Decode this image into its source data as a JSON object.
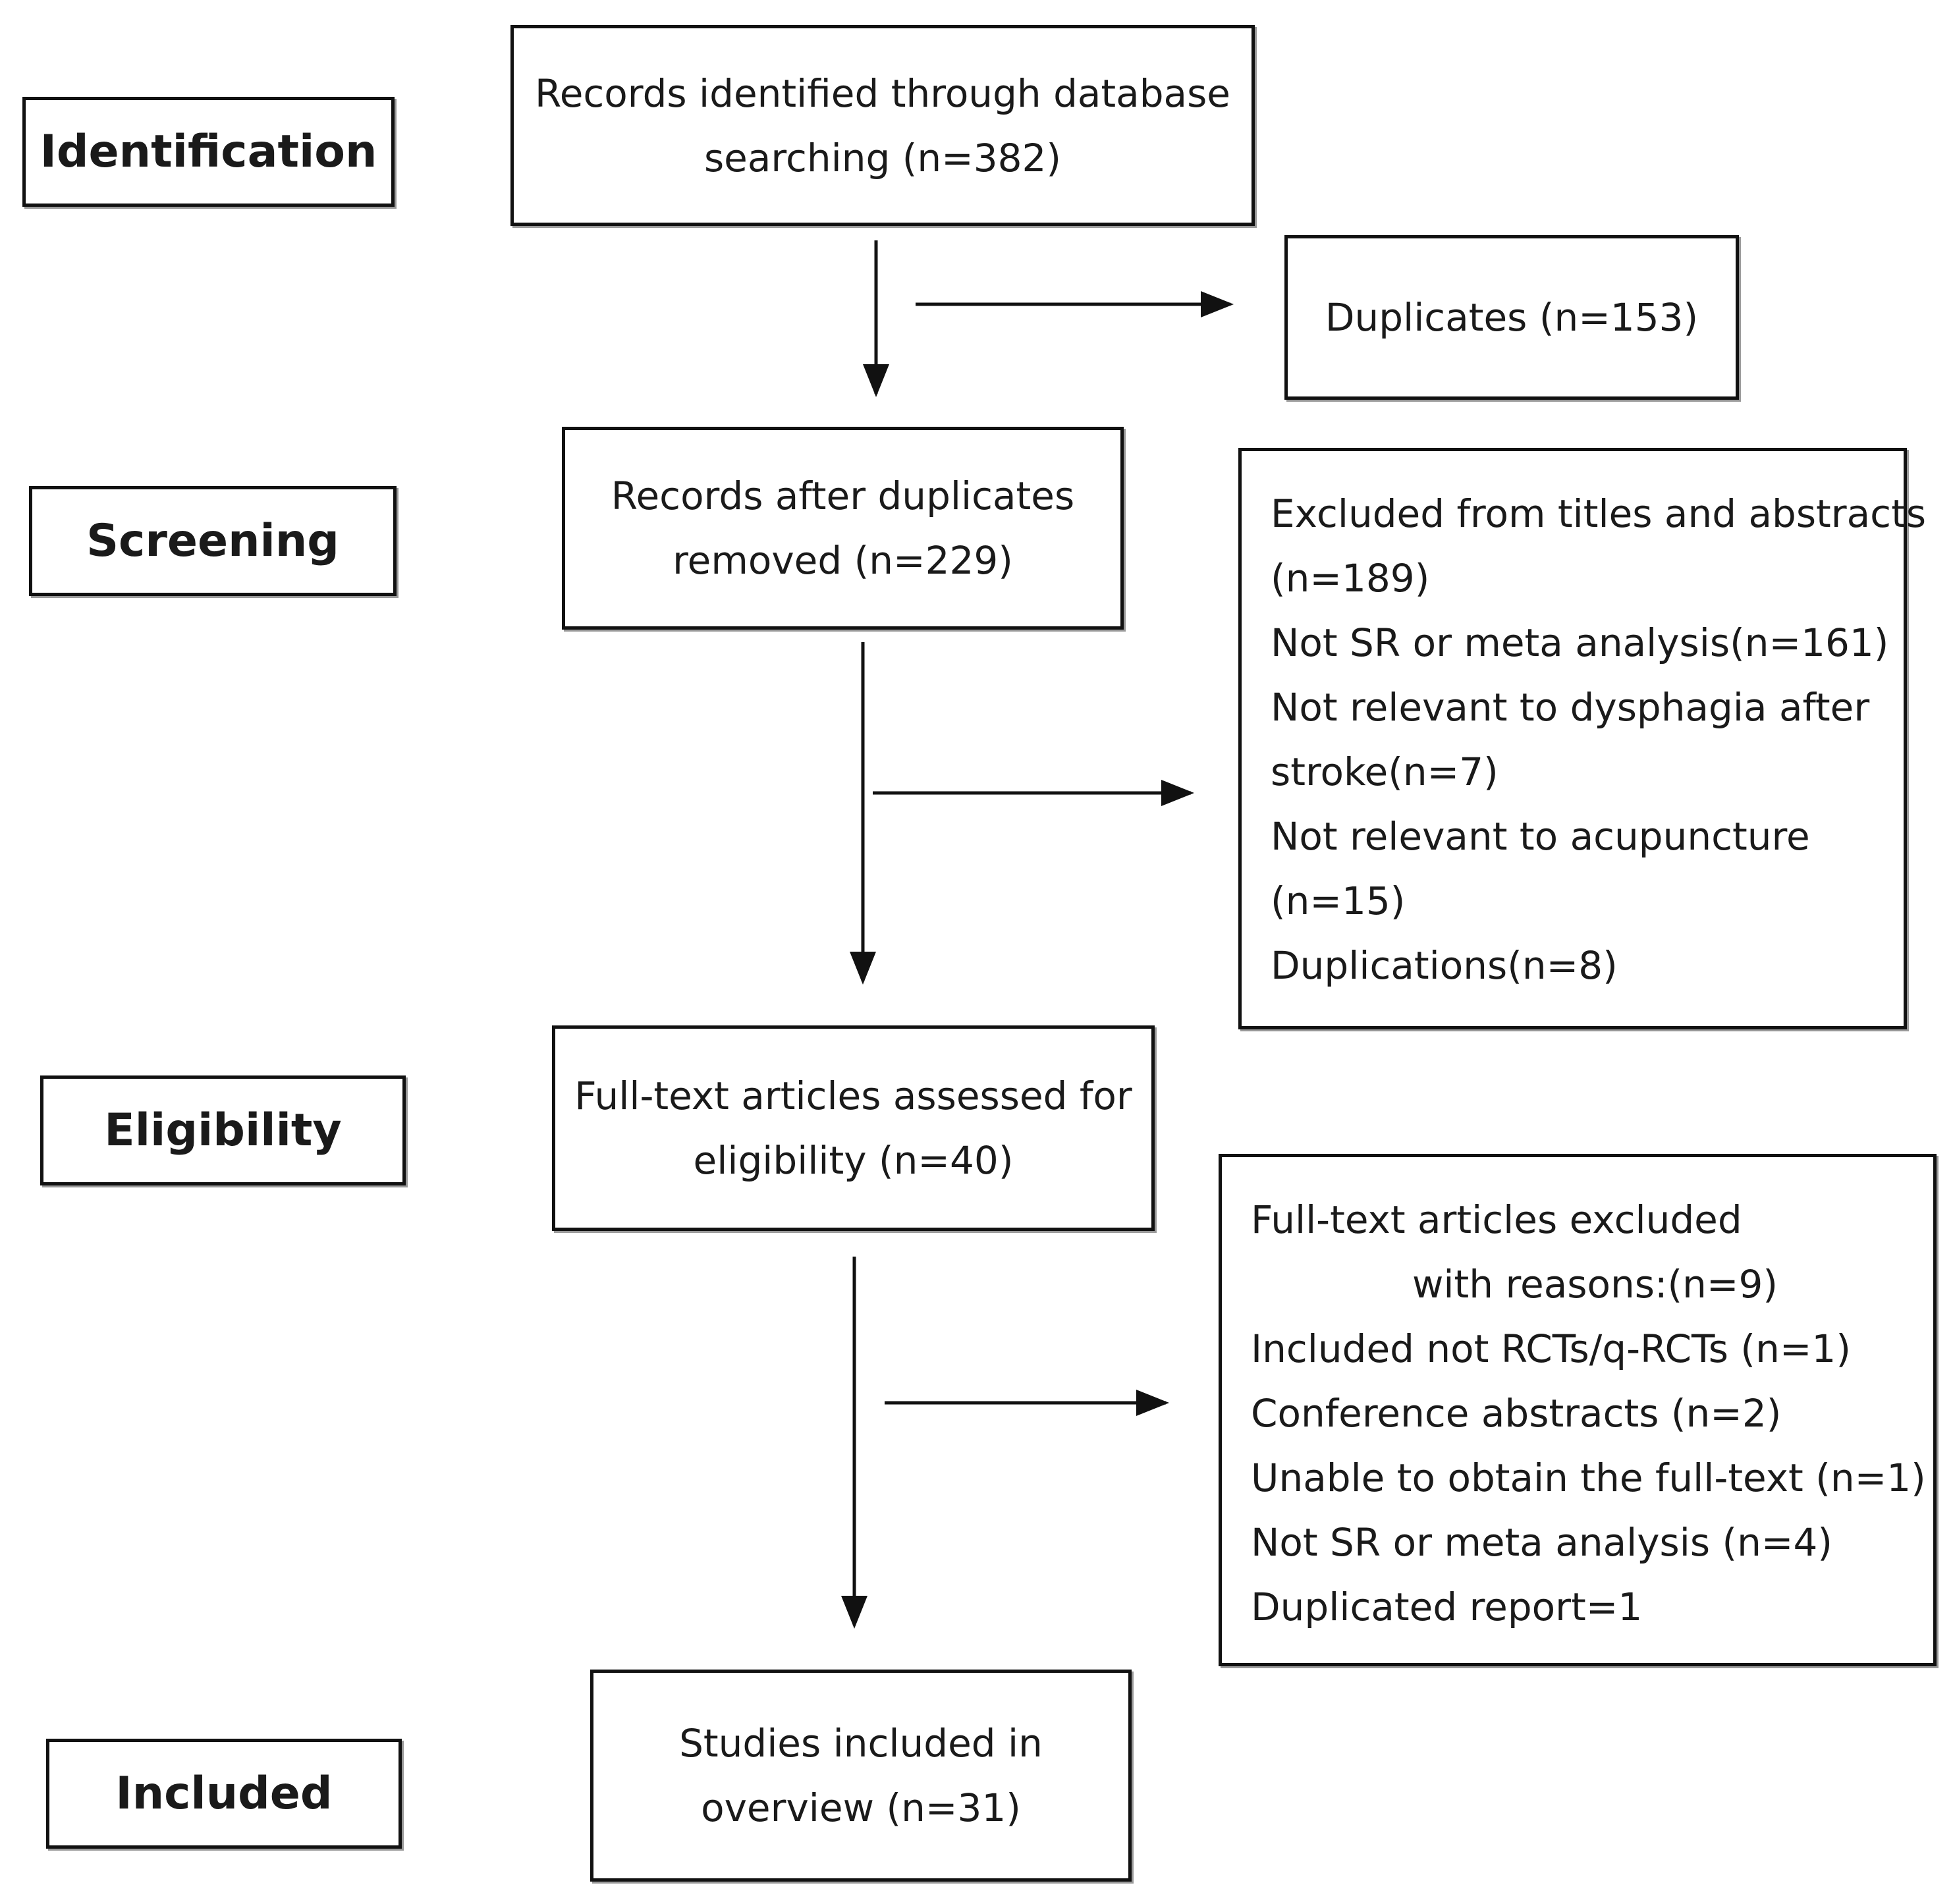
{
  "stages": {
    "identification": "Identification",
    "screening": "Screening",
    "eligibility": "Eligibility",
    "included": "Included"
  },
  "flow": {
    "records_identified": [
      "Records identified through database",
      "searching (n=382)"
    ],
    "duplicates": "Duplicates (n=153)",
    "records_after_dup": [
      "Records after duplicates",
      "removed (n=229)"
    ],
    "excluded_titles": [
      "Excluded from titles and abstracts",
      "(n=189)",
      "Not SR or meta analysis(n=161)",
      "Not relevant to dysphagia after",
      "stroke(n=7)",
      "Not relevant to acupuncture",
      "(n=15)",
      "Duplications(n=8)"
    ],
    "full_text_assessed": [
      "Full-text articles assessed for",
      "eligibility (n=40)"
    ],
    "full_text_excluded": [
      "Full-text articles excluded",
      "with reasons:(n=9)",
      "Included not RCTs/q-RCTs (n=1)",
      "Conference abstracts (n=2)",
      "Unable to obtain the full-text (n=1)",
      "Not SR or meta analysis (n=4)",
      "Duplicated report=1"
    ],
    "studies_included": [
      "Studies included in",
      "overview (n=31)"
    ]
  }
}
